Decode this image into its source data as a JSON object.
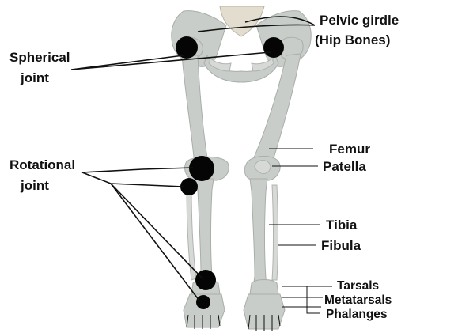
{
  "labels": {
    "pelvic_girdle": "Pelvic girdle",
    "hip_bones": "(Hip Bones)",
    "spherical": "Spherical",
    "spherical_joint": "joint",
    "rotational": "Rotational",
    "rotational_joint": "joint",
    "femur": "Femur",
    "patella": "Patella",
    "tibia": "Tibia",
    "fibula": "Fibula",
    "tarsals": "Tarsals",
    "metatarsals": "Metatarsals",
    "phalanges": "Phalanges"
  },
  "colors": {
    "bone": "#c9cdc9",
    "joint_marker": "#050505",
    "label_text": "#111111",
    "background": "#ffffff"
  }
}
